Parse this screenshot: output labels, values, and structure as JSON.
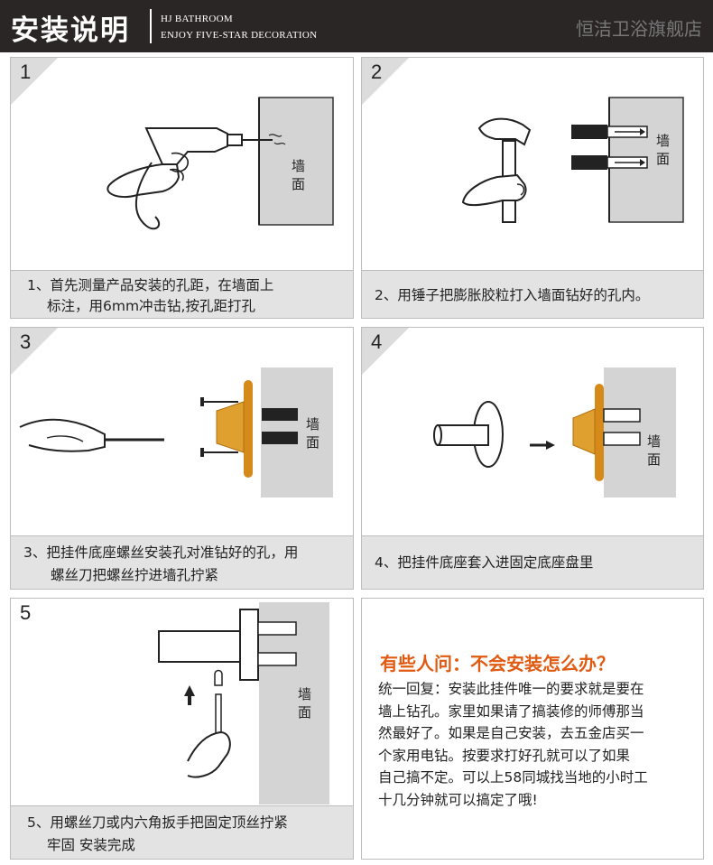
{
  "header": {
    "title": "安装说明",
    "sub1": "HJ BATHROOM",
    "sub2": "ENJOY FIVE-STAR DECORATION",
    "store": "恒洁卫浴旗舰店"
  },
  "wall_label": "墙面",
  "steps": [
    {
      "num": "1",
      "line1": "1、首先测量产品安装的孔距，在墙面上",
      "line2": "标注，用6mm冲击钻,按孔距打孔"
    },
    {
      "num": "2",
      "line1": "2、用锤子把膨胀胶粒打入墙面钻好的孔内。",
      "line2": ""
    },
    {
      "num": "3",
      "line1": "3、把挂件底座螺丝安装孔对准钻好的孔，用",
      "line2": "螺丝刀把螺丝拧进墙孔拧紧"
    },
    {
      "num": "4",
      "line1": "4、把挂件底座套入进固定底座盘里",
      "line2": ""
    },
    {
      "num": "5",
      "line1": "5、用螺丝刀或内六角扳手把固定顶丝拧紧",
      "line2": "牢固 安装完成"
    }
  ],
  "faq": {
    "question": "有些人问：不会安装怎么办？",
    "answer_lines": [
      "统一回复：安装此挂件唯一的要求就是要在",
      "墙上钻孔。家里如果请了搞装修的师傅那当",
      "然最好了。如果是自己安装，去五金店买一",
      "个家用电钻。按要求打好孔就可以了如果",
      "自己搞不定。可以上58同城找当地的小时工",
      "十几分钟就可以搞定了哦!"
    ]
  },
  "colors": {
    "header_bg": "#2a2626",
    "caption_bg": "#e3e3e3",
    "wall": "#d4d4d4",
    "gold": "#d58a1a",
    "faq_question": "#e05a12"
  }
}
